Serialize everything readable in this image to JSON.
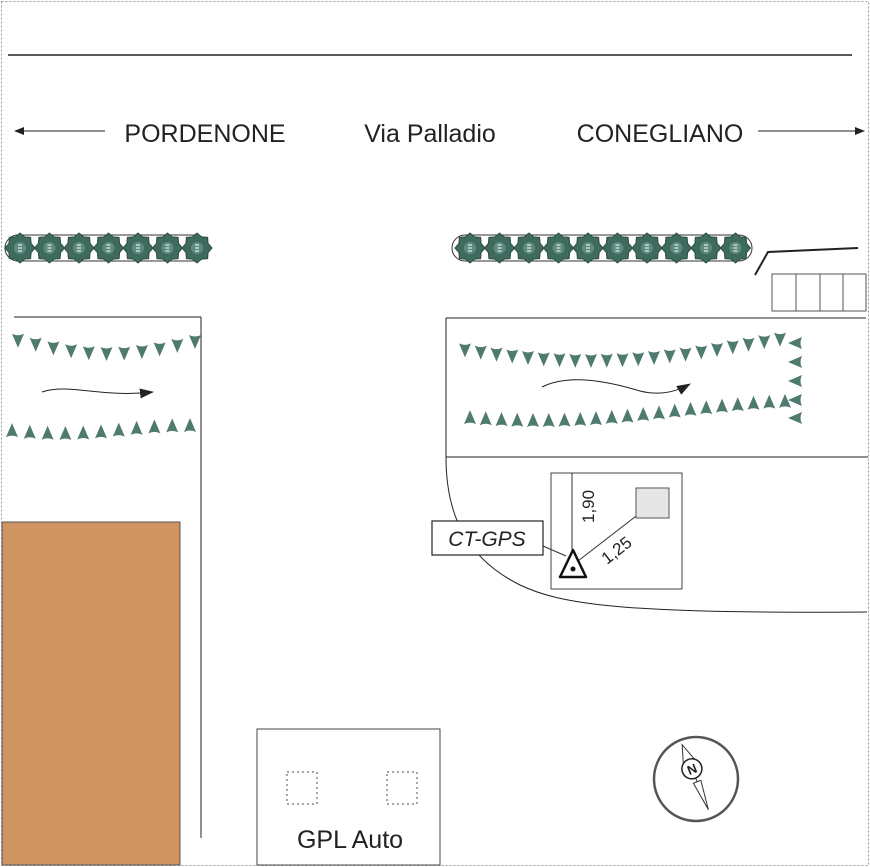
{
  "street": {
    "name": "Via Palladio",
    "direction_left": "PORDENONE",
    "direction_right": "CONEGLIANO"
  },
  "labels": {
    "station": "CT-GPS",
    "dim_vertical": "1,90",
    "dim_diagonal": "1,25",
    "building": "GPL Auto",
    "compass_letter": "N"
  },
  "colors": {
    "building_fill": "#CF945F",
    "hedge_fill": "#3F6B5F",
    "tree_mark": "#4F7A70",
    "line": "#222222",
    "marker_box": "#E6E6E6"
  },
  "icons": {
    "compass": "compass-rose-icon",
    "station": "triangle-survey-marker-icon",
    "flow": "flow-arrow-icon",
    "hedge": "shrub-icon"
  }
}
